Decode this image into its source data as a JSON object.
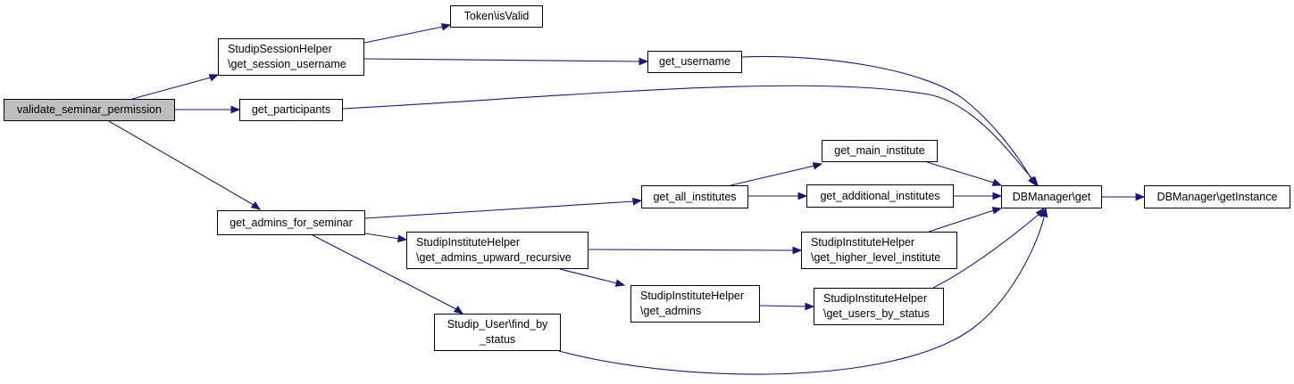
{
  "colors": {
    "edge": "#191970",
    "root_fill": "#bfbfbf",
    "node_fill": "#ffffff",
    "border": "#000000"
  },
  "nodes": {
    "validate": {
      "lines": [
        "validate_seminar_permission"
      ]
    },
    "sessionhelper": {
      "lines": [
        "StudipSessionHelper",
        "\\get_session_username"
      ]
    },
    "tokenvalid": {
      "lines": [
        "Token\\isValid"
      ]
    },
    "getusername": {
      "lines": [
        "get_username"
      ]
    },
    "getparticipants": {
      "lines": [
        "get_participants"
      ]
    },
    "getadmins": {
      "lines": [
        "get_admins_for_seminar"
      ]
    },
    "getallinst": {
      "lines": [
        "get_all_institutes"
      ]
    },
    "getmaininst": {
      "lines": [
        "get_main_institute"
      ]
    },
    "getaddinst": {
      "lines": [
        "get_additional_institutes"
      ]
    },
    "dbget": {
      "lines": [
        "DBManager\\get"
      ]
    },
    "dbinstance": {
      "lines": [
        "DBManager\\getInstance"
      ]
    },
    "upwardrec": {
      "lines": [
        "StudipInstituteHelper",
        "\\get_admins_upward_recursive"
      ]
    },
    "higherlevel": {
      "lines": [
        "StudipInstituteHelper",
        "\\get_higher_level_institute"
      ]
    },
    "instadmins": {
      "lines": [
        "StudipInstituteHelper",
        "\\get_admins"
      ]
    },
    "usersbystatus": {
      "lines": [
        "StudipInstituteHelper",
        "\\get_users_by_status"
      ]
    },
    "findbystatus": {
      "lines": [
        "Studip_User\\find_by",
        "_status"
      ]
    }
  }
}
